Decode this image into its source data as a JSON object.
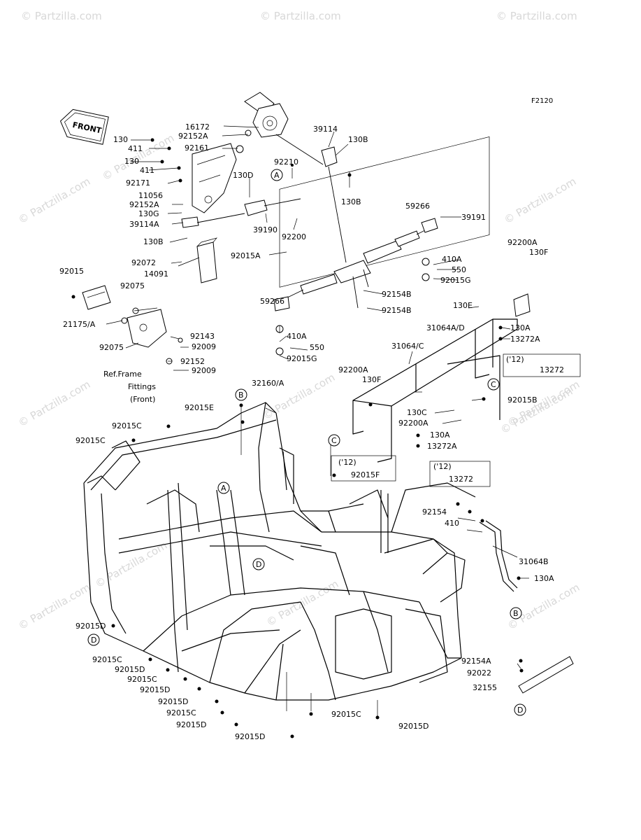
{
  "diagram_id": "F2120",
  "front_label": "FRONT",
  "watermarks": [
    "© Partzilla.com",
    "© Partzilla.com",
    "© Partzilla.com",
    "© Partzilla.com",
    "© Partzilla.com",
    "© Partzilla.com",
    "© Partzilla.com",
    "© Partzilla.com",
    "© Partzilla.com",
    "© Partzilla.com",
    "© Partzilla.com",
    "© Partzilla.com",
    "© Partzilla.com",
    "© Partzilla.com"
  ],
  "ref_note": [
    "Ref.Frame",
    "Fittings",
    "(Front)"
  ],
  "year_note": "('12)",
  "callouts": [
    "A",
    "A",
    "B",
    "B",
    "C",
    "C",
    "D",
    "D",
    "D"
  ],
  "labels": [
    "16172",
    "92152A",
    "92161",
    "130",
    "411",
    "130",
    "411",
    "92171",
    "11056",
    "92152A",
    "130G",
    "39114A",
    "130B",
    "39114",
    "130B",
    "130B",
    "92210",
    "130D",
    "39190",
    "92200",
    "92015A",
    "59266",
    "39191",
    "410A",
    "550",
    "92015G",
    "92154B",
    "92154B",
    "59266",
    "410A",
    "550",
    "92015G",
    "92200A",
    "130F",
    "130E",
    "31064A/D",
    "130A",
    "13272A",
    "13272",
    "92072",
    "14091",
    "92015",
    "92075",
    "21175/A",
    "92075",
    "92143",
    "92009",
    "92152",
    "92009",
    "31064/C",
    "92200A",
    "130F",
    "92015B",
    "130C",
    "92200A",
    "130A",
    "13272A",
    "13272",
    "32160/A",
    "92015E",
    "92015C",
    "92015C",
    "92015F",
    "92154",
    "410",
    "31064B",
    "130A",
    "92015D",
    "92015C",
    "92015D",
    "92015C",
    "92015D",
    "92015D",
    "92015C",
    "92015D",
    "92015D",
    "92015C",
    "92015D",
    "92154A",
    "92022",
    "32155"
  ]
}
